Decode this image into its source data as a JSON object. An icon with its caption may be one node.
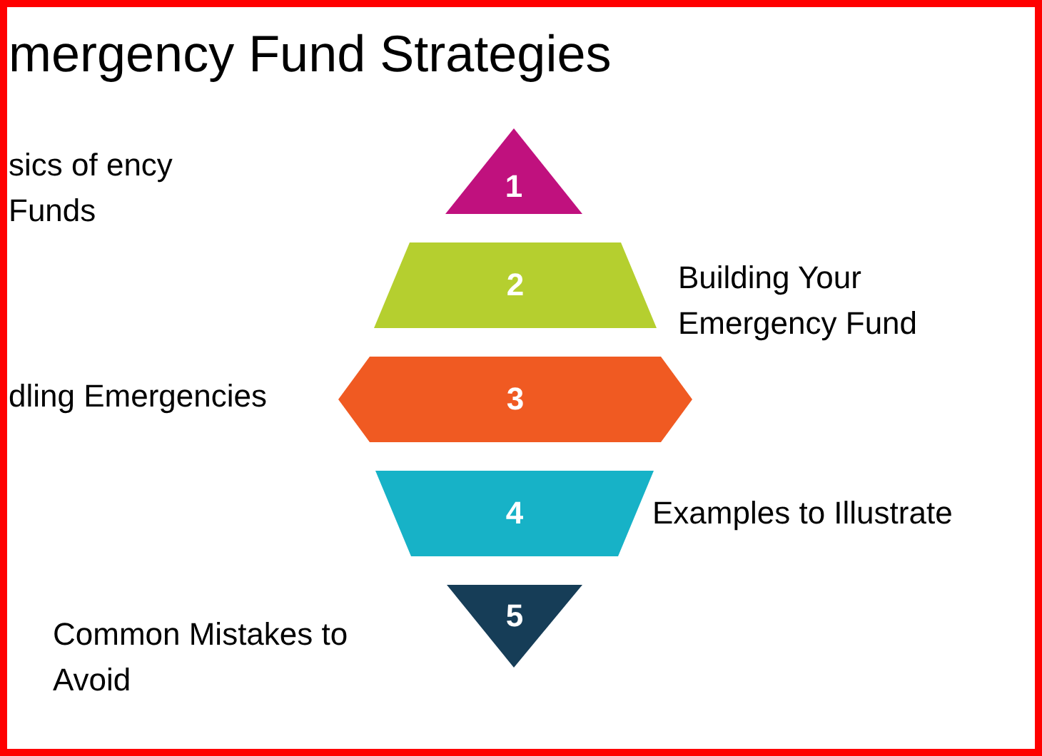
{
  "diagram": {
    "title": "mergency Fund Strategies",
    "nodes": [
      {
        "text": [
          "1"
        ]
      },
      {
        "text": [
          "2"
        ]
      },
      {
        "text": [
          "3"
        ]
      },
      {
        "text": [
          "4"
        ]
      },
      {
        "text": [
          "5"
        ]
      }
    ],
    "labels": [
      "sics of ency Funds",
      "Building Your Emergency Fund",
      "dling Emergencies",
      "Examples to Illustrate",
      "Common Mistakes to Avoid"
    ]
  }
}
